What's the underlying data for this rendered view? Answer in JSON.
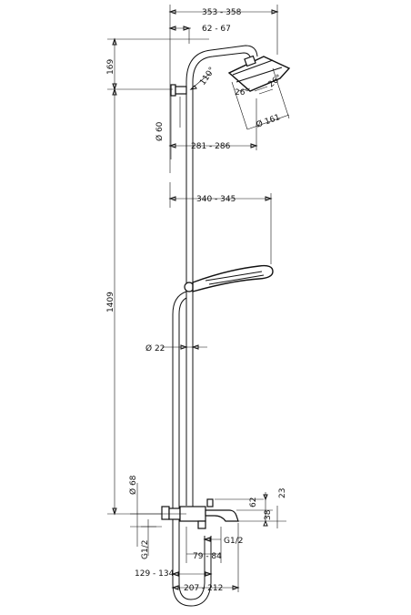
{
  "dimensions": {
    "head_reach": "353 - 358",
    "arm_offset": "62 - 67",
    "arm_height": "169",
    "arm_angle": "110°",
    "tilt_angle_a": "26°",
    "tilt_angle_b": "26°",
    "head_diameter": "Ø 161",
    "rose_diameter": "Ø 60",
    "head_center": "281 - 286",
    "handshower_reach": "340 - 345",
    "total_height": "1409",
    "rail_diameter": "Ø 22",
    "bottom_diameter": "Ø 68",
    "dim_62": "62",
    "dim_23": "23",
    "dim_38": "38",
    "thread_left": "G1/2",
    "thread_right": "G1/2",
    "spout_depth": "79 - 84",
    "spout_offset": "129 - 134",
    "spout_reach": "207 - 212"
  },
  "colors": {
    "line": "#111111",
    "background": "#ffffff"
  }
}
